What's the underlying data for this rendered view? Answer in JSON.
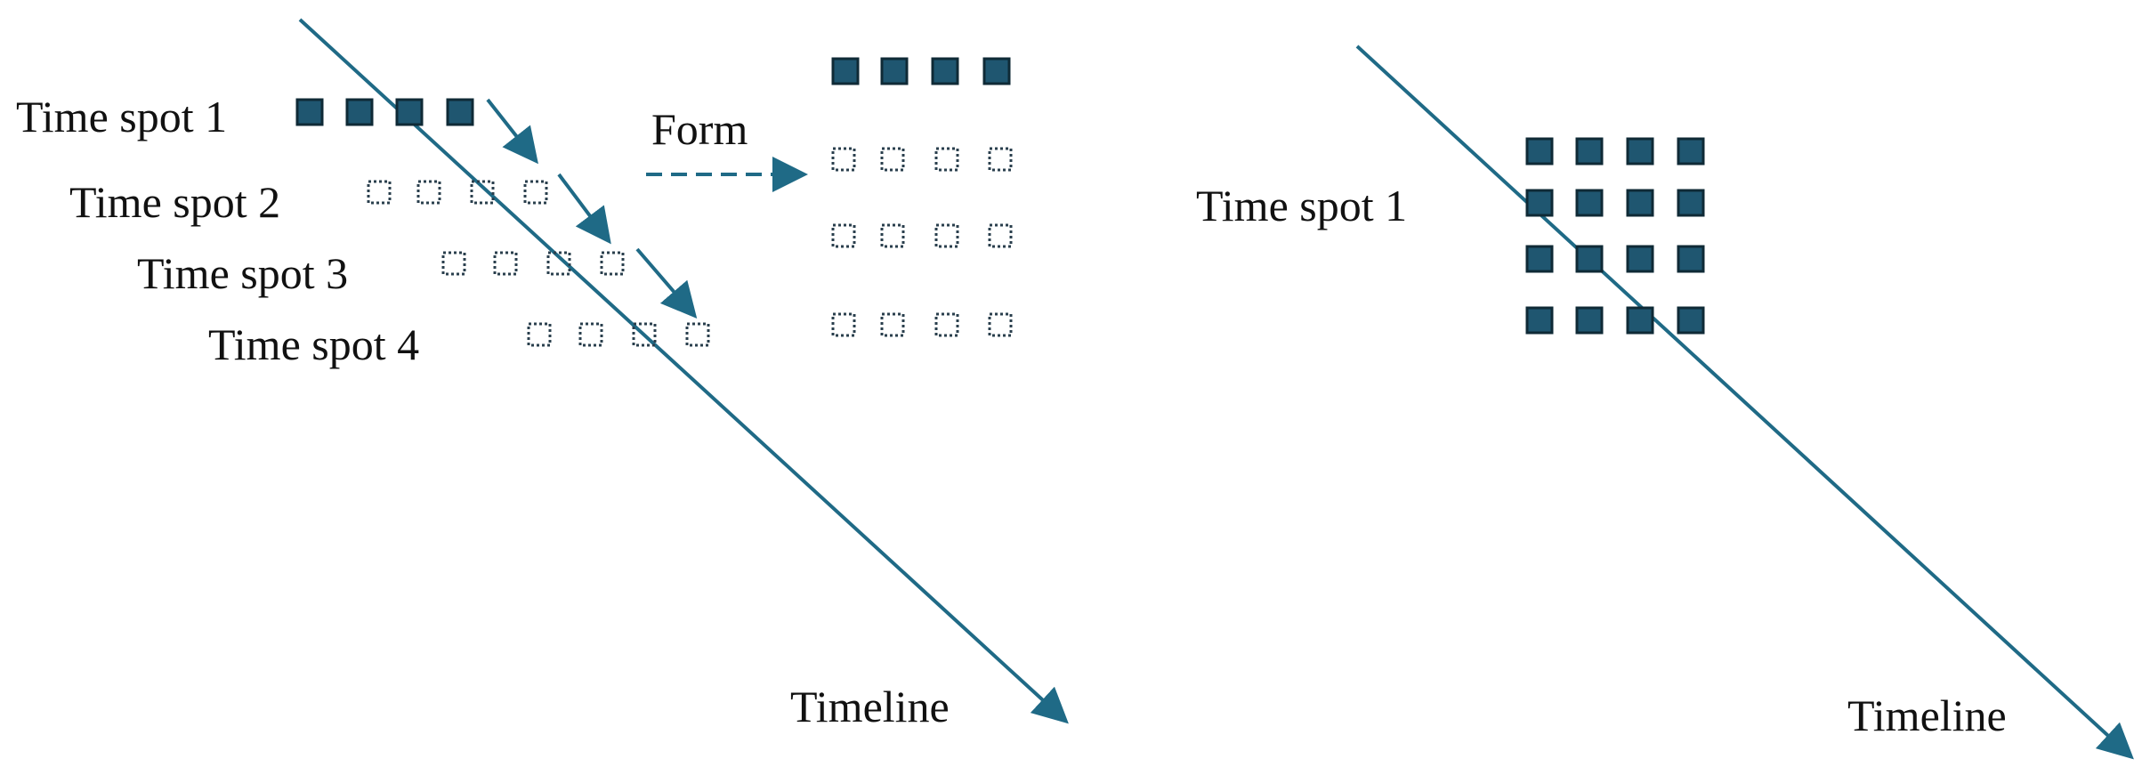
{
  "colors": {
    "line": "#1f6a86",
    "filled_square": "#1f5670",
    "square_border": "#0f2a36",
    "dotted_square": "#2a3f4d"
  },
  "left_diagram": {
    "rows": [
      {
        "label": "Time spot 1",
        "state": "filled"
      },
      {
        "label": "Time spot 2",
        "state": "empty"
      },
      {
        "label": "Time spot 3",
        "state": "empty"
      },
      {
        "label": "Time spot 4",
        "state": "empty"
      }
    ],
    "squares_per_row": 4,
    "form_label": "Form",
    "timeline_label": "Timeline",
    "form_grid": {
      "rows": 4,
      "cols": 4,
      "filled_rows": 1
    }
  },
  "right_diagram": {
    "label": "Time spot 1",
    "timeline_label": "Timeline",
    "grid": {
      "rows": 4,
      "cols": 4,
      "state": "filled"
    }
  }
}
